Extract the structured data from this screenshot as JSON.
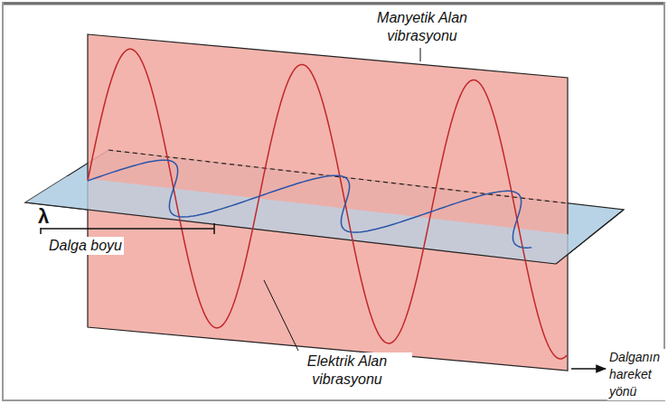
{
  "diagram": {
    "labels": [
      "Manyetik Alan vibrasyonu",
      "λ",
      "Dalga boyu",
      "Elektrik Alan vibrasyonu",
      "Dalganın hareket yönü"
    ]
  }
}
